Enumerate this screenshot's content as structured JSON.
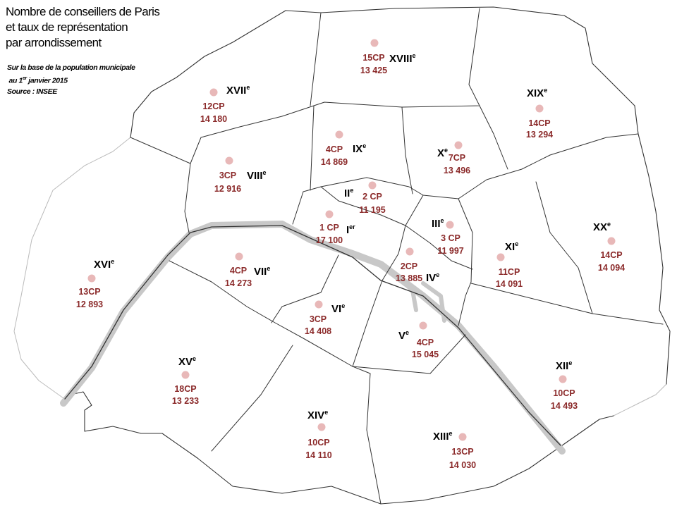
{
  "title": [
    "Nombre de conseillers de Paris",
    "et taux de représentation",
    "par arrondissement"
  ],
  "notes": {
    "line1": "Sur la base de la population municipale",
    "line2_pre": "au 1",
    "line2_sup": "er",
    "line2_post": " janvier 2015",
    "line3": "Source : INSEE"
  },
  "colors": {
    "label": "#8b2a2a",
    "dot": "#e8b8b8",
    "seine": "#c8c8c8",
    "border": "#333333"
  },
  "arrondissements": [
    {
      "name": "I",
      "sup": "er",
      "cp": "1 CP",
      "ratio": "17 100"
    },
    {
      "name": "II",
      "sup": "e",
      "cp": "2 CP",
      "ratio": "11 195"
    },
    {
      "name": "III",
      "sup": "e",
      "cp": "3 CP",
      "ratio": "11 997"
    },
    {
      "name": "IV",
      "sup": "e",
      "cp": "2CP",
      "ratio": "13 885"
    },
    {
      "name": "V",
      "sup": "e",
      "cp": "4CP",
      "ratio": "15 045"
    },
    {
      "name": "VI",
      "sup": "e",
      "cp": "3CP",
      "ratio": "14 408"
    },
    {
      "name": "VII",
      "sup": "e",
      "cp": "4CP",
      "ratio": "14 273"
    },
    {
      "name": "VIII",
      "sup": "e",
      "cp": "3CP",
      "ratio": "12 916"
    },
    {
      "name": "IX",
      "sup": "e",
      "cp": "4CP",
      "ratio": "14 869"
    },
    {
      "name": "X",
      "sup": "e",
      "cp": "7CP",
      "ratio": "13 496"
    },
    {
      "name": "XI",
      "sup": "e",
      "cp": "11CP",
      "ratio": "14 091"
    },
    {
      "name": "XII",
      "sup": "e",
      "cp": "10CP",
      "ratio": "14 493"
    },
    {
      "name": "XIII",
      "sup": "e",
      "cp": "13CP",
      "ratio": "14 030"
    },
    {
      "name": "XIV",
      "sup": "e",
      "cp": "10CP",
      "ratio": "14 110"
    },
    {
      "name": "XV",
      "sup": "e",
      "cp": "18CP",
      "ratio": "13 233"
    },
    {
      "name": "XVI",
      "sup": "e",
      "cp": "13CP",
      "ratio": "12 893"
    },
    {
      "name": "XVII",
      "sup": "e",
      "cp": "12CP",
      "ratio": "14 180"
    },
    {
      "name": "XVIII",
      "sup": "e",
      "cp": "15CP",
      "ratio": "13 425"
    },
    {
      "name": "XIX",
      "sup": "e",
      "cp": "14CP",
      "ratio": "13 294"
    },
    {
      "name": "XX",
      "sup": "e",
      "cp": "14CP",
      "ratio": "14 094"
    }
  ]
}
